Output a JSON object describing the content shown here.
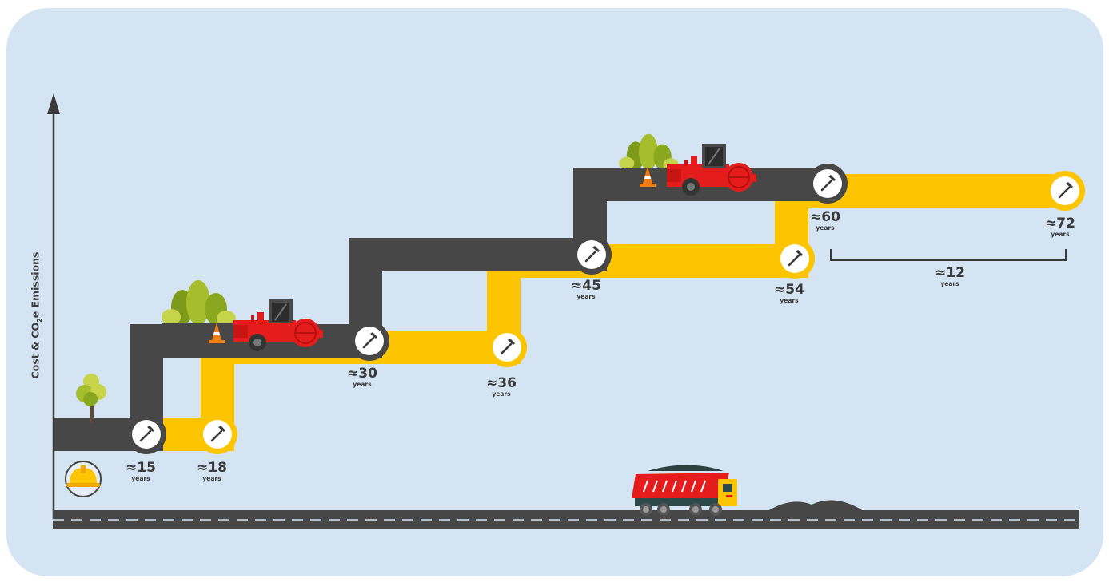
{
  "y_axis": {
    "label_prefix": "Cost & CO",
    "label_sub": "2",
    "label_suffix": "e Emissions"
  },
  "milestones_dark": [
    {
      "value": "≈15",
      "unit": "years"
    },
    {
      "value": "≈30",
      "unit": "years"
    },
    {
      "value": "≈45",
      "unit": "years"
    },
    {
      "value": "≈60",
      "unit": "years"
    }
  ],
  "milestones_yellow": [
    {
      "value": "≈18",
      "unit": "years"
    },
    {
      "value": "≈36",
      "unit": "years"
    },
    {
      "value": "≈54",
      "unit": "years"
    },
    {
      "value": "≈72",
      "unit": "years"
    }
  ],
  "bracket": {
    "value": "≈12",
    "unit": "years"
  },
  "icons": [
    "hard-hat-icon",
    "tree-icon",
    "bush-icon",
    "traffic-cone-icon",
    "road-roller-icon",
    "hammer-icon",
    "dump-truck-icon",
    "soil-pile-icon"
  ],
  "colors": {
    "background": "#d4e4f3",
    "road_dark": "#474747",
    "road_yellow": "#fcc500",
    "roller_red": "#e51c1c"
  }
}
